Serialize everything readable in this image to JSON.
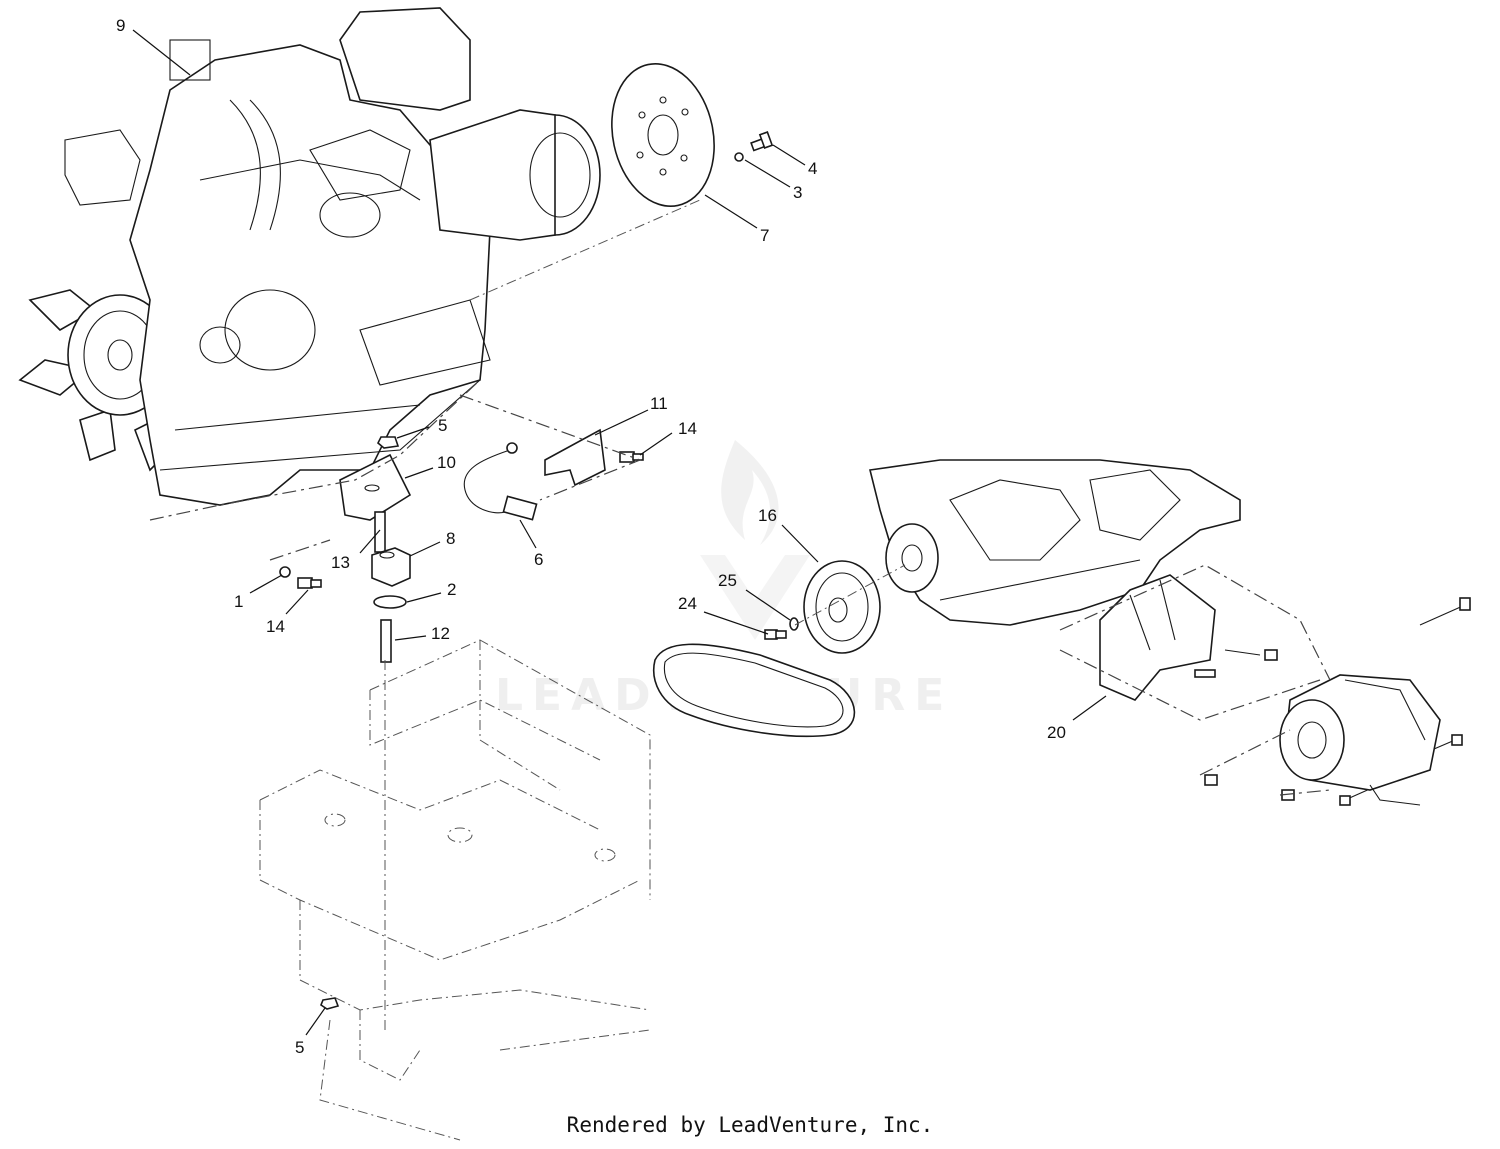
{
  "diagram": {
    "callouts": {
      "c9": "9",
      "c4": "4",
      "c3": "3",
      "c7": "7",
      "c11": "11",
      "c14a": "14",
      "c5a": "5",
      "c10": "10",
      "c8": "8",
      "c13": "13",
      "c6": "6",
      "c1": "1",
      "c14b": "14",
      "c2": "2",
      "c12": "12",
      "c16": "16",
      "c25": "25",
      "c24": "24",
      "c20": "20",
      "c5b": "5"
    },
    "watermark": "LEADVENTURE"
  },
  "footer": {
    "credit": "Rendered by LeadVenture, Inc."
  }
}
